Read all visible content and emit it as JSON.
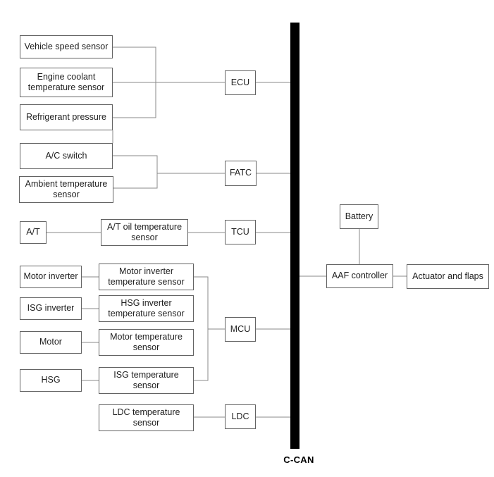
{
  "bus": {
    "label": "C-CAN",
    "color": "#000000"
  },
  "colors": {
    "background": "#ffffff",
    "box_border": "#636363",
    "connector_line": "#8a8a8a",
    "bus_bar": "#000000",
    "text": "#1f1f1f"
  },
  "nodes": {
    "vehicle_speed_sensor": "Vehicle speed sensor",
    "engine_coolant_temperature_sensor": "Engine coolant\ntemperature sensor",
    "refrigerant_pressure": "Refrigerant pressure",
    "ac_switch": "A/C switch",
    "ambient_temperature_sensor": "Ambient temperature\nsensor",
    "at": "A/T",
    "at_oil_temperature_sensor": "A/T oil temperature\nsensor",
    "motor_inverter": "Motor inverter",
    "motor_inverter_temperature_sensor": "Motor inverter\ntemperature sensor",
    "isg_inverter": "ISG inverter",
    "hsg_inverter_temperature_sensor": "HSG inverter\ntemperature sensor",
    "motor": "Motor",
    "motor_temperature_sensor": "Motor temperature\nsensor",
    "hsg": "HSG",
    "isg_temperature_sensor": "ISG temperature\nsensor",
    "ldc_temperature_sensor": "LDC temperature\nsensor",
    "ecu": "ECU",
    "fatc": "FATC",
    "tcu": "TCU",
    "mcu": "MCU",
    "ldc": "LDC",
    "battery": "Battery",
    "aaf_controller": "AAF controller",
    "actuator_and_flaps": "Actuator and flaps"
  },
  "connections": [
    [
      "Vehicle speed sensor",
      "ECU"
    ],
    [
      "Engine coolant temperature sensor",
      "ECU"
    ],
    [
      "Refrigerant pressure",
      "ECU"
    ],
    [
      "ECU",
      "C-CAN"
    ],
    [
      "A/C switch",
      "FATC"
    ],
    [
      "Ambient temperature sensor",
      "FATC"
    ],
    [
      "FATC",
      "C-CAN"
    ],
    [
      "A/T",
      "A/T oil temperature sensor"
    ],
    [
      "A/T oil temperature sensor",
      "TCU"
    ],
    [
      "TCU",
      "C-CAN"
    ],
    [
      "Motor inverter",
      "Motor inverter temperature sensor"
    ],
    [
      "ISG inverter",
      "HSG inverter temperature sensor"
    ],
    [
      "Motor",
      "Motor temperature sensor"
    ],
    [
      "HSG",
      "ISG temperature sensor"
    ],
    [
      "Motor inverter temperature sensor",
      "MCU"
    ],
    [
      "ISG temperature sensor",
      "MCU"
    ],
    [
      "MCU",
      "C-CAN"
    ],
    [
      "LDC temperature sensor",
      "LDC"
    ],
    [
      "LDC",
      "C-CAN"
    ],
    [
      "C-CAN",
      "AAF controller"
    ],
    [
      "Battery",
      "AAF controller"
    ],
    [
      "AAF controller",
      "Actuator and flaps"
    ]
  ]
}
